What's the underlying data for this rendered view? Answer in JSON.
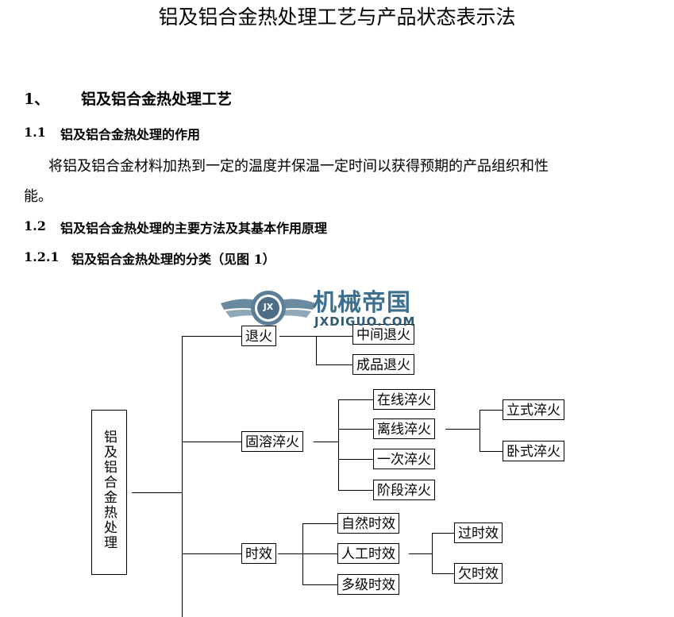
{
  "doc": {
    "title": "铝及铝合金热处理工艺与产品状态表示法",
    "section1": {
      "num": "1、",
      "text": "铝及铝合金热处理工艺"
    },
    "s1_1": {
      "num": "1.1",
      "text": "铝及铝合金热处理的作用"
    },
    "para1_line1": "将铝及铝合金材料加热到一定的温度并保温一定时间以获得预期的产品组织和性",
    "para1_line2": "能。",
    "s1_2": {
      "num": "1.2",
      "text": "铝及铝合金热处理的主要方法及其基本作用原理"
    },
    "s1_2_1": {
      "num": "1.2.1",
      "text": "铝及铝合金热处理的分类（见图 1）"
    }
  },
  "watermark": {
    "cn": "机械帝国",
    "en": "JXDIGUO.COM",
    "emblem": "JX"
  },
  "diagram": {
    "root": "铝及铝合金热处理",
    "anneal": "退火",
    "mid_anneal": "中间退火",
    "final_anneal": "成品退火",
    "solution": "固溶淬火",
    "online": "在线淬火",
    "offline": "离线淬火",
    "vertical": "立式淬火",
    "horizontal": "卧式淬火",
    "single": "一次淬火",
    "staged": "阶段淬火",
    "aging": "时效",
    "natural": "自然时效",
    "artificial": "人工时效",
    "over": "过时效",
    "under": "欠时效",
    "multi": "多级时效"
  }
}
